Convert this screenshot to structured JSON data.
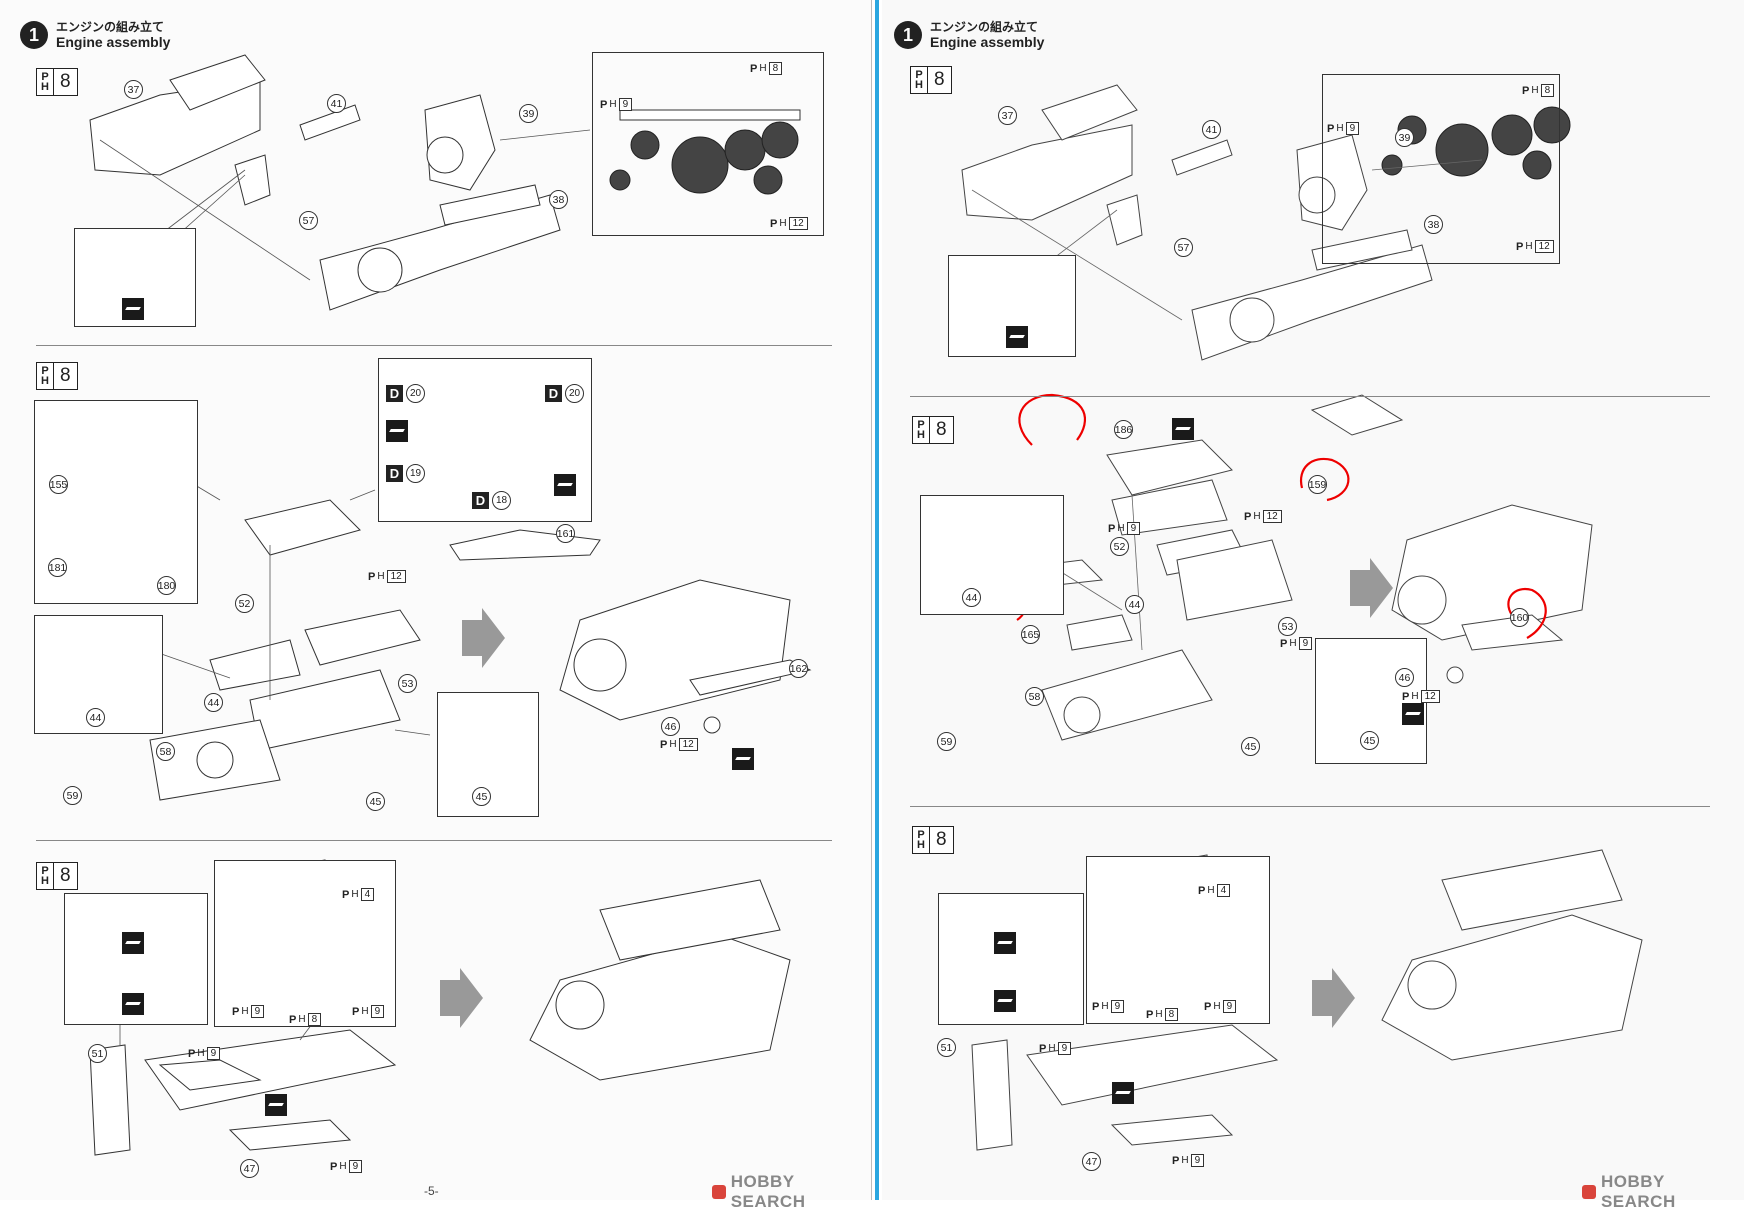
{
  "step": {
    "number": "1",
    "title_jp": "エンジンの組み立て",
    "title_en": "Engine assembly"
  },
  "paint": {
    "p_letter": "P",
    "h_letter": "H",
    "value": "8"
  },
  "left": {
    "s1": {
      "parts": [
        "37",
        "41",
        "39",
        "57",
        "38"
      ],
      "ph": [
        "9",
        "8",
        "12"
      ]
    },
    "s2": {
      "parts": [
        "155",
        "181",
        "180",
        "52",
        "53",
        "44",
        "44",
        "58",
        "59",
        "45",
        "45",
        "161",
        "162",
        "46"
      ],
      "ph": [
        "12",
        "12"
      ],
      "d_refs": [
        {
          "letter": "D",
          "num": "20"
        },
        {
          "letter": "D",
          "num": "20"
        },
        {
          "letter": "D",
          "num": "19"
        },
        {
          "letter": "D",
          "num": "18"
        }
      ]
    },
    "s3": {
      "parts": [
        "51",
        "47"
      ],
      "ph": [
        "4",
        "9",
        "8",
        "9",
        "9",
        "9"
      ]
    },
    "page_number": "-5-",
    "watermark": "HOBBY SEARCH"
  },
  "right": {
    "s1": {
      "parts": [
        "37",
        "41",
        "39",
        "57",
        "38"
      ],
      "ph": [
        "8",
        "9",
        "12"
      ]
    },
    "s2": {
      "parts": [
        "186",
        "159",
        "44",
        "52",
        "53",
        "44",
        "165",
        "58",
        "59",
        "45",
        "45",
        "160",
        "46"
      ],
      "ph": [
        "9",
        "12",
        "9",
        "12"
      ]
    },
    "s3": {
      "parts": [
        "51",
        "47"
      ],
      "ph": [
        "4",
        "9",
        "8",
        "9",
        "9",
        "9"
      ]
    },
    "watermark": "HOBBY SEARCH"
  }
}
